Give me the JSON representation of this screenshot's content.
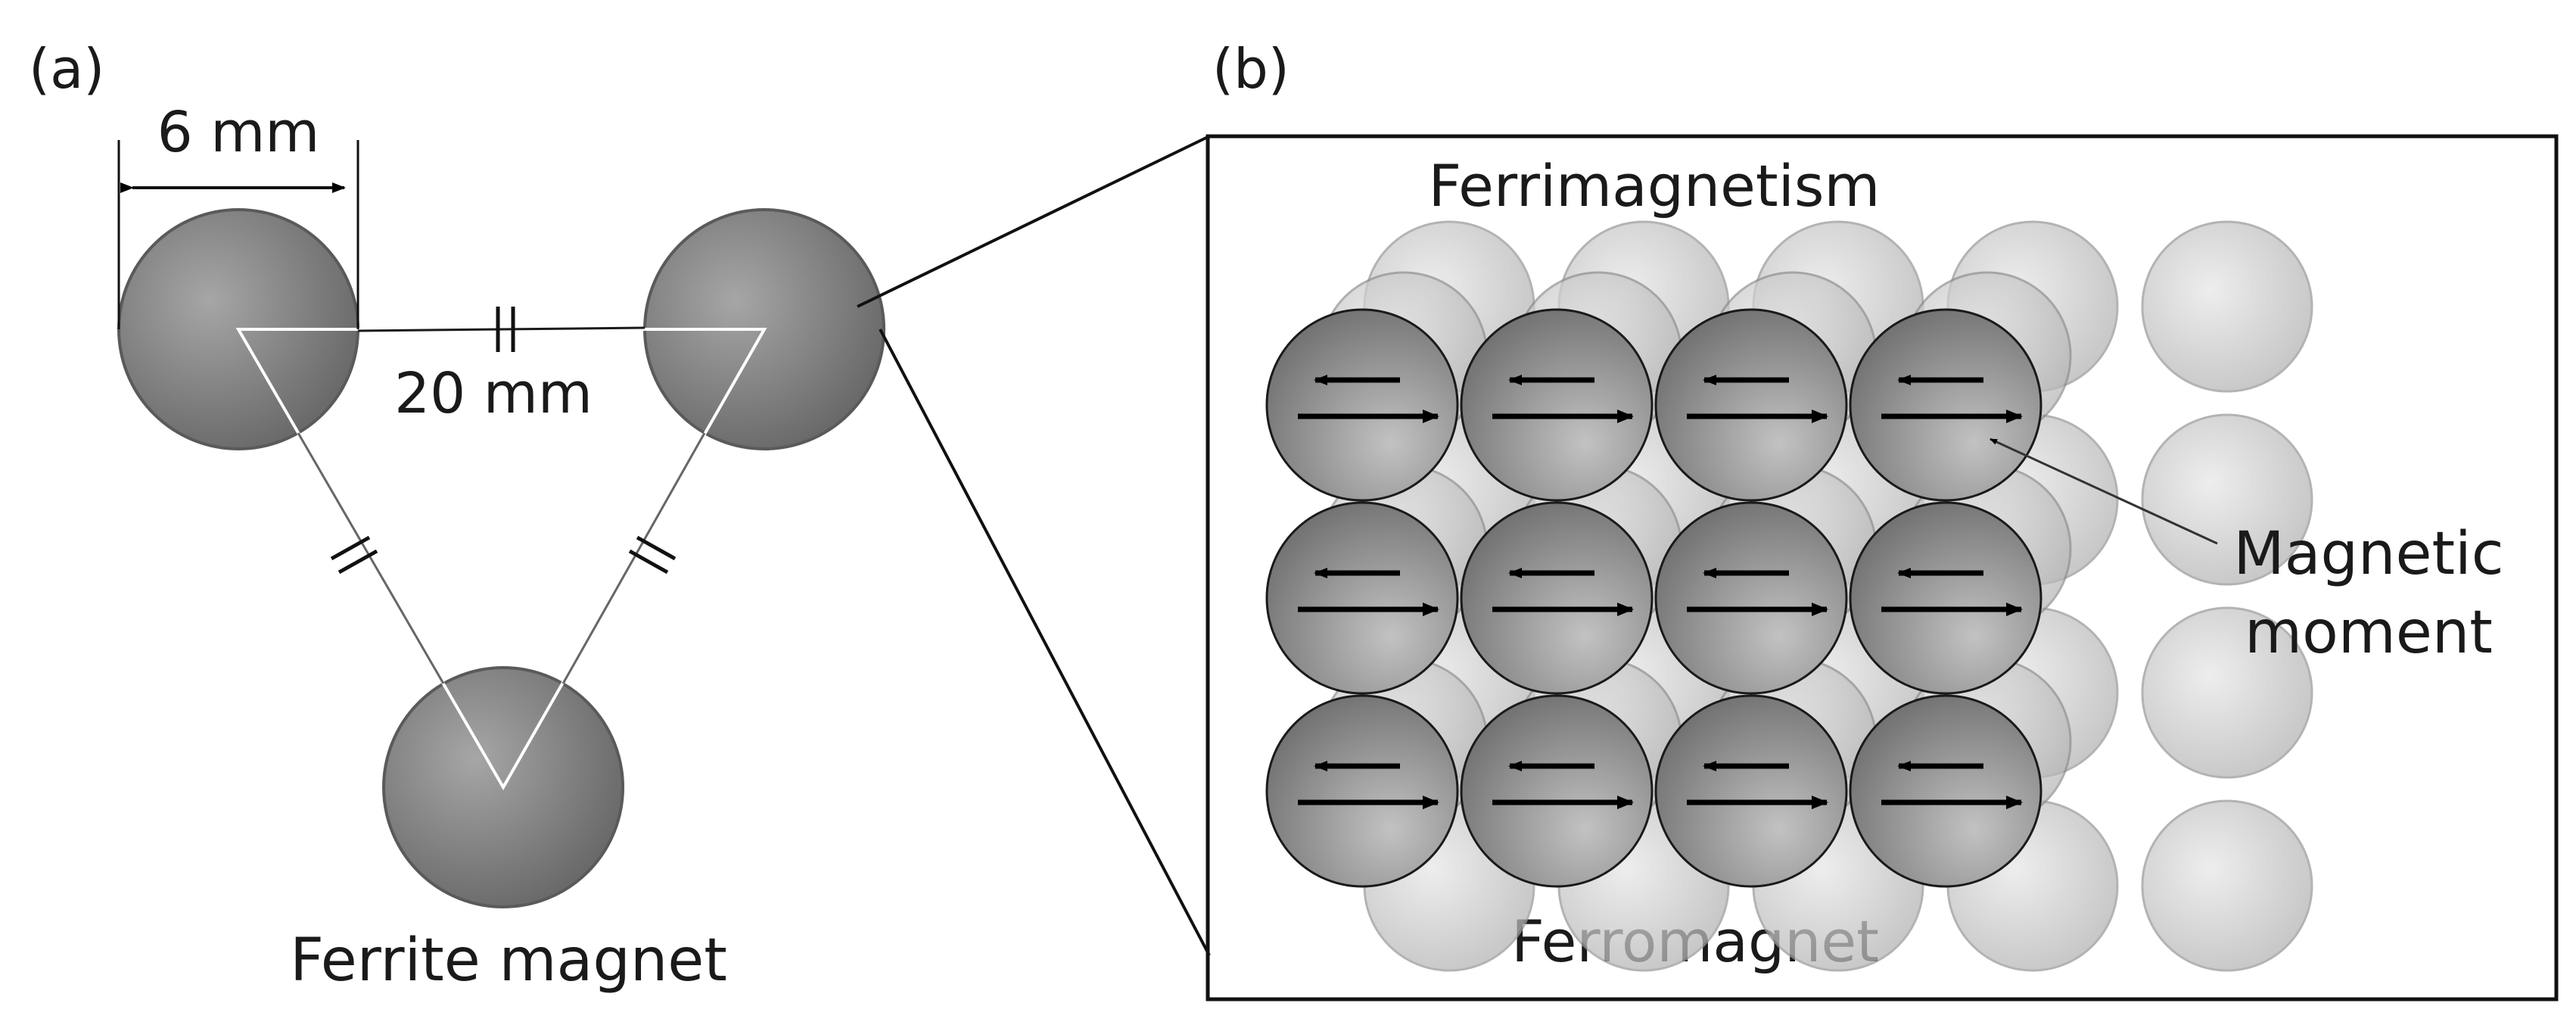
{
  "panel_a": {
    "label": "(a)",
    "diameter_label": "6 mm",
    "distance_label": "20 mm",
    "caption": "Ferrite magnet"
  },
  "panel_b": {
    "label": "(b)",
    "top_label": "Ferrimagnetism",
    "bottom_label": "Ferromagnet",
    "moment_label_line1": "Magnetic",
    "moment_label_line2": "moment",
    "grid": {
      "rows": 3,
      "cols": 4
    }
  },
  "colors": {
    "magnet_edge": "#5a5a5a",
    "magnet_fill": "#8a8a8a",
    "outline": "#1a1a1a",
    "arrow": "#000000",
    "triangle": "#ffffff"
  }
}
